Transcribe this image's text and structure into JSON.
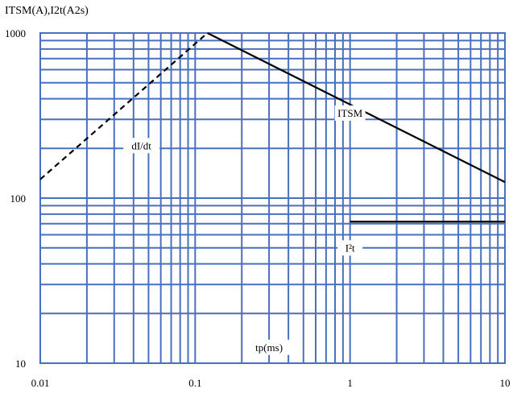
{
  "chart_data": {
    "type": "line",
    "ylabel": "ITSM(A),I2t(A2s)",
    "xlabel": "tp(ms)",
    "x_scale": "log",
    "y_scale": "log",
    "xlim": [
      0.01,
      10
    ],
    "ylim": [
      10,
      1000
    ],
    "grid": true,
    "x_ticks": [
      "0.01",
      "0.1",
      "1",
      "10"
    ],
    "y_ticks": [
      "10",
      "100",
      "1000"
    ],
    "series": [
      {
        "name": "dI/dt",
        "style": "dashed",
        "x": [
          0.01,
          0.12
        ],
        "y": [
          130,
          1000
        ]
      },
      {
        "name": "ITSM",
        "style": "solid",
        "x": [
          0.12,
          10
        ],
        "y": [
          1000,
          125
        ]
      },
      {
        "name": "I²t",
        "style": "solid",
        "x": [
          1,
          10
        ],
        "y": [
          72,
          72
        ]
      }
    ],
    "annotations": [
      {
        "text": "dI/dt",
        "x": 0.045,
        "y": 200
      },
      {
        "text": "ITSM",
        "x": 1.0,
        "y": 315
      },
      {
        "text": "I²t",
        "x": 1.0,
        "y": 48
      },
      {
        "text": "tp(ms)",
        "x": 0.3,
        "y": 12
      }
    ],
    "colors": {
      "grid": "#4a6fbf",
      "line": "#000000",
      "background": "#ffffff"
    }
  }
}
